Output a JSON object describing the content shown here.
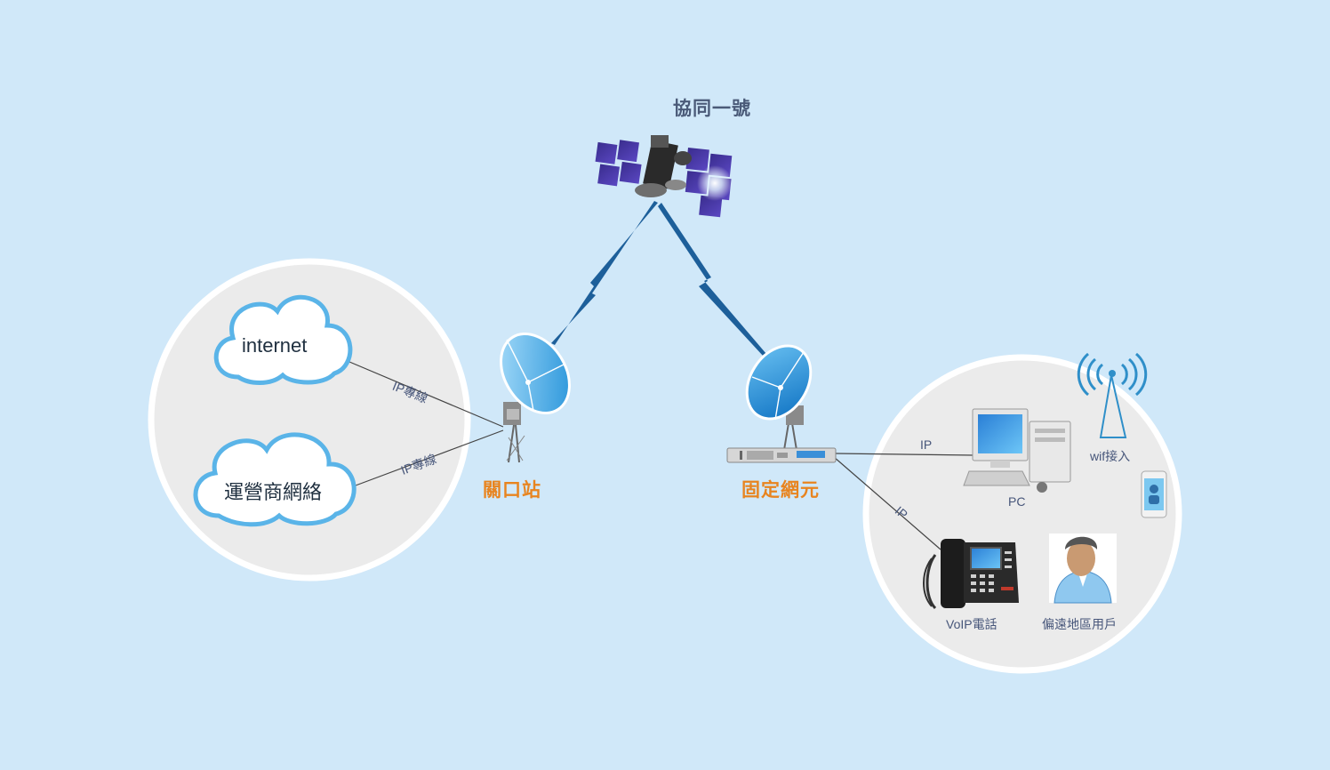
{
  "satellite": {
    "name": "協同一號",
    "icon": "satellite-icon"
  },
  "gateway": {
    "label": "關口站",
    "icon": "satellite-dish-icon"
  },
  "fixed_terminal": {
    "label": "固定網元",
    "icon": "satellite-dish-icon"
  },
  "left_network": {
    "clouds": [
      {
        "label": "internet",
        "icon": "cloud-icon"
      },
      {
        "label": "運營商網絡",
        "icon": "cloud-icon"
      }
    ],
    "links": [
      {
        "label": "IP專線"
      },
      {
        "label": "IP專線"
      }
    ]
  },
  "right_network": {
    "links": [
      {
        "label": "IP"
      },
      {
        "label": "IP"
      }
    ],
    "devices": {
      "pc": {
        "label": "PC",
        "icon": "desktop-computer-icon"
      },
      "wifi": {
        "label": "wif接入",
        "icon": "wifi-tower-icon"
      },
      "phone": {
        "icon": "smartphone-icon"
      },
      "voip": {
        "label": "VoIP電話",
        "icon": "desk-phone-icon"
      },
      "user": {
        "label": "偏遠地區用戶",
        "icon": "user-avatar-icon"
      }
    }
  },
  "colors": {
    "background": "#d0e8f9",
    "circle_fill": "#ebebeb",
    "circle_stroke": "#ffffff",
    "cloud_edge": "#5ab4e8",
    "radio_link": "#1d5f9a",
    "station_label": "#e8841f",
    "label_text": "#47567a"
  }
}
